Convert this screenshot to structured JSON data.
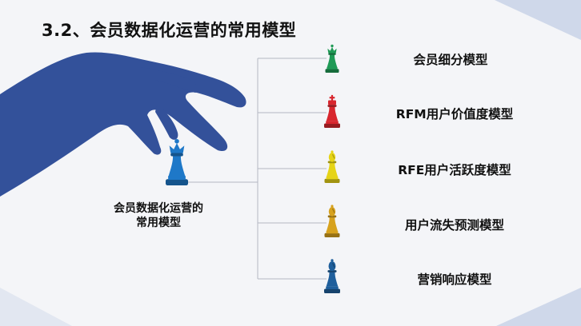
{
  "slide": {
    "title": "3.2、会员数据化运营的常用模型",
    "center": {
      "line1": "会员数据化运营的",
      "line2": "常用模型"
    },
    "models": [
      {
        "label": "会员细分模型",
        "piece": "queen",
        "color": "#1f9a56"
      },
      {
        "label": "RFM用户价值度模型",
        "piece": "king",
        "color": "#d8262e"
      },
      {
        "label": "RFE用户活跃度模型",
        "piece": "bishop",
        "color": "#e6d417"
      },
      {
        "label": "用户流失预测模型",
        "piece": "bishop",
        "color": "#d7a21e"
      },
      {
        "label": "营销响应模型",
        "piece": "bishop",
        "color": "#1f5f9c"
      }
    ],
    "hand_piece": {
      "piece": "queen",
      "color": "#1e78c8"
    },
    "accent_color": "#33519a"
  }
}
